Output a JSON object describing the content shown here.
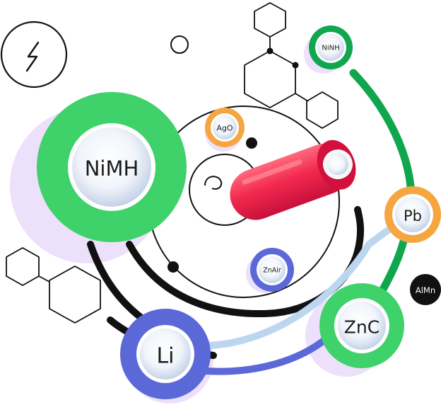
{
  "colors": {
    "green": "#3fd16a",
    "dark_green": "#0fa64d",
    "blue": "#5b68d8",
    "light_blue": "#bcd6f0",
    "orange": "#f5a641",
    "lavender": "#ede0fb",
    "pink": "#e6194b",
    "black": "#111111"
  },
  "icons": {
    "lightning": "lightning-bolt-icon",
    "molecule": "molecule-icon"
  },
  "chemistries": {
    "nimh_main": "NiMH",
    "nimh_small": "NiNH",
    "ago": "AgO",
    "znair": "ZnAir",
    "pb": "Pb",
    "almn": "AlMn",
    "znc": "ZnC",
    "li": "Li"
  }
}
